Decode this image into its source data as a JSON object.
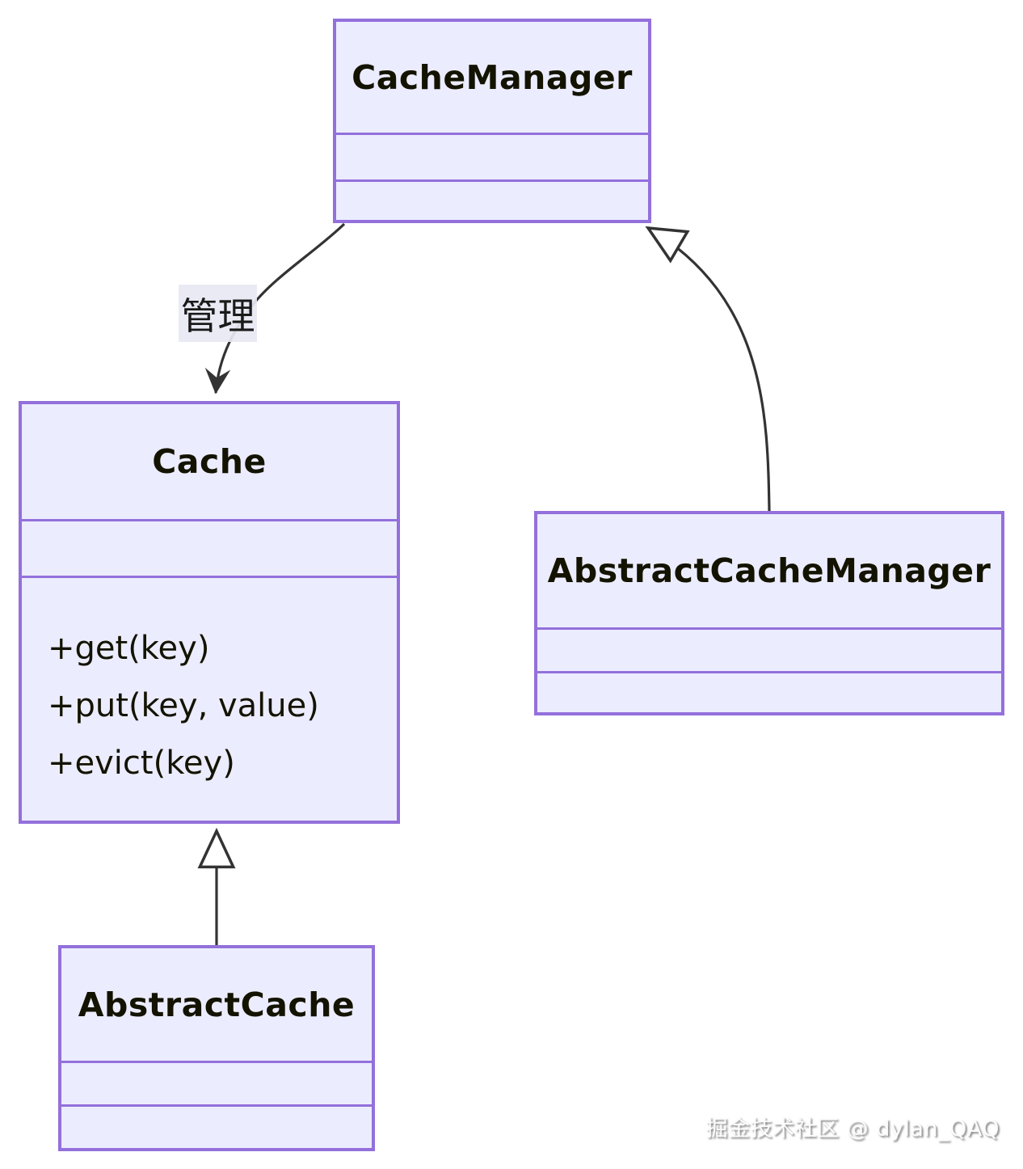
{
  "diagram": {
    "type": "uml-class-diagram",
    "classes": [
      {
        "id": "CacheManager",
        "name": "CacheManager",
        "attributes": [],
        "methods": []
      },
      {
        "id": "Cache",
        "name": "Cache",
        "attributes": [],
        "methods": [
          "+get(key)",
          "+put(key, value)",
          "+evict(key)"
        ]
      },
      {
        "id": "AbstractCacheManager",
        "name": "AbstractCacheManager",
        "attributes": [],
        "methods": []
      },
      {
        "id": "AbstractCache",
        "name": "AbstractCache",
        "attributes": [],
        "methods": []
      }
    ],
    "relations": [
      {
        "from": "CacheManager",
        "to": "Cache",
        "type": "directed-association",
        "label": "管理"
      },
      {
        "from": "AbstractCacheManager",
        "to": "CacheManager",
        "type": "inheritance",
        "label": ""
      },
      {
        "from": "AbstractCache",
        "to": "Cache",
        "type": "inheritance",
        "label": ""
      }
    ],
    "colors": {
      "box_fill": "#ECECFF",
      "box_stroke": "#9370DB",
      "edge_stroke": "#333333",
      "text": "#131300",
      "label_bg": "#e8e8f4"
    }
  },
  "watermark": {
    "text": "掘金技术社区 @ dylan_QAQ"
  }
}
